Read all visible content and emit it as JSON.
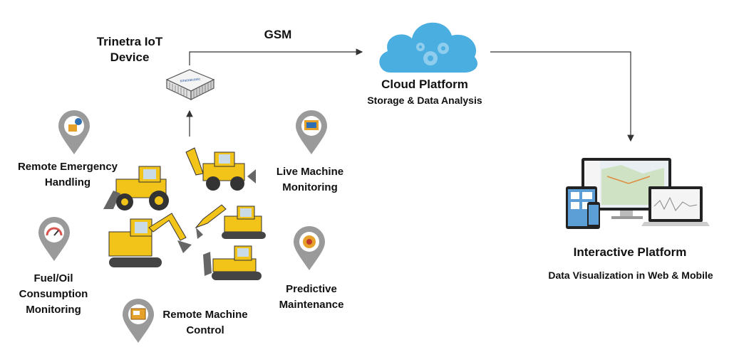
{
  "device": {
    "title_line1": "Trinetra IoT",
    "title_line2": "Device",
    "brand": "trinetraiconic"
  },
  "link": {
    "label": "GSM"
  },
  "cloud": {
    "title": "Cloud Platform",
    "subtitle": "Storage & Data Analysis"
  },
  "platform": {
    "title": "Interactive Platform",
    "subtitle": "Data Visualization in Web & Mobile"
  },
  "features": [
    {
      "line1": "Remote Emergency",
      "line2": "Handling"
    },
    {
      "line1": "Fuel/Oil",
      "line2": "Consumption",
      "line3": "Monitoring"
    },
    {
      "line1": "Remote Machine",
      "line2": "Control"
    },
    {
      "line1": "Live Machine",
      "line2": "Monitoring"
    },
    {
      "line1": "Predictive",
      "line2": "Maintenance"
    }
  ],
  "colors": {
    "cloud": "#4aaee0",
    "pin": "#9a9a9a",
    "machine": "#f2c318",
    "arrow": "#333333"
  }
}
